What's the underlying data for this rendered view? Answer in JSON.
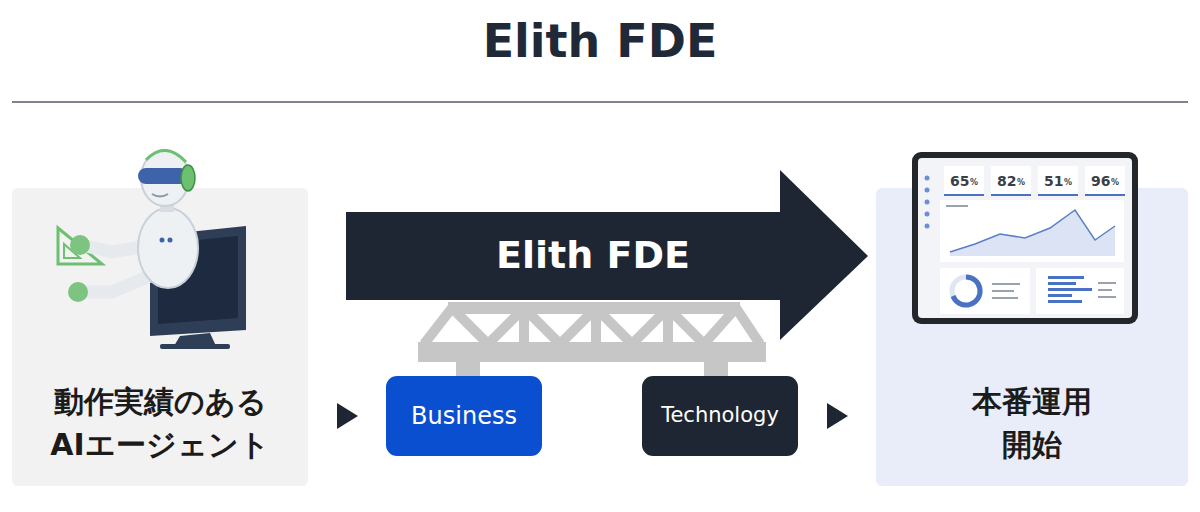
{
  "diagram": {
    "title": "Elith FDE",
    "nodes": [
      {
        "text": [
          "動作実績のある AIエージェント"
        ]
      },
      {
        "text": [
          "Elith FDE"
        ]
      },
      {
        "text": [
          "Business"
        ]
      },
      {
        "text": [
          "Technology"
        ]
      },
      {
        "text": [
          "本番運用 開始"
        ]
      }
    ],
    "edges": [
      {
        "from": 0,
        "to": 2,
        "arrow": "to"
      },
      {
        "from": 3,
        "to": 4,
        "arrow": "to"
      }
    ],
    "labels": [
      "65",
      "%",
      "82",
      "%",
      "51",
      "%",
      "96",
      "%"
    ]
  }
}
